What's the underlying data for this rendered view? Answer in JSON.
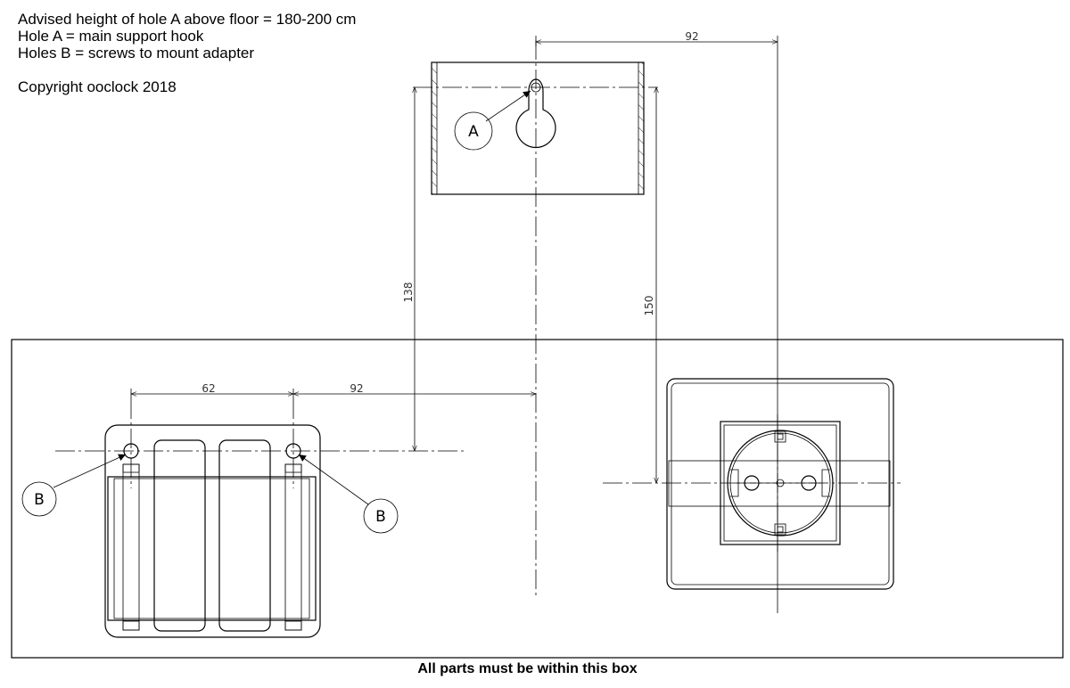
{
  "notes": {
    "line1": "Advised height of hole A above floor = 180-200 cm",
    "line2": "Hole A  = main support hook",
    "line3": "Holes B = screws to mount adapter",
    "line4": "Copyright ooclock 2018"
  },
  "dimensions": {
    "top_width": "92",
    "vertical_left": "138",
    "vertical_right": "150",
    "hole_spacing": "62",
    "offset": "92"
  },
  "labels": {
    "hole_a": "A",
    "hole_b_left": "B",
    "hole_b_right": "B"
  },
  "footer": "All parts must be within this box"
}
